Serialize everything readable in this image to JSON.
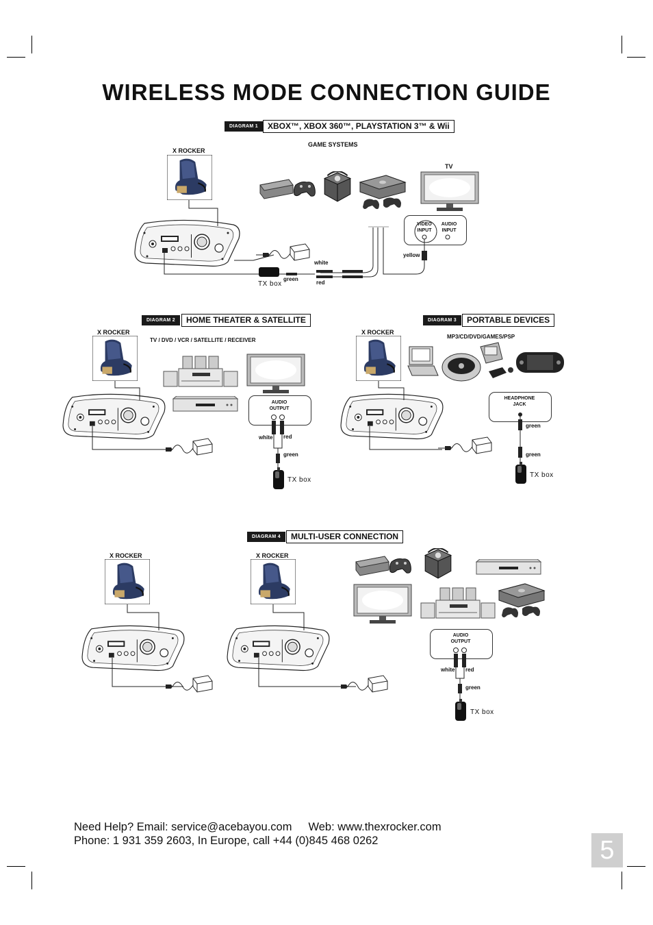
{
  "page_title": "WIRELESS MODE CONNECTION GUIDE",
  "diagram1": {
    "tag": "DIAGRAM 1",
    "title": "XBOX™,  XBOX 360™, PLAYSTATION 3™ & Wii",
    "chair_label": "X ROCKER",
    "devices_label": "GAME SYSTEMS",
    "tv_label": "TV",
    "video_input": "VIDEO INPUT",
    "audio_input": "AUDIO INPUT",
    "cable_yellow": "yellow",
    "cable_white": "white",
    "cable_red": "red",
    "cable_green": "green",
    "tx_label": "TX box"
  },
  "diagram2": {
    "tag": "DIAGRAM 2",
    "title": "HOME THEATER & SATELLITE",
    "chair_label": "X ROCKER",
    "devices_label": "TV / DVD / VCR / SATELLITE / RECEIVER",
    "audio_output": "AUDIO OUTPUT",
    "cable_white": "white",
    "cable_red": "red",
    "cable_green": "green",
    "tx_label": "TX box"
  },
  "diagram3": {
    "tag": "DIAGRAM 3",
    "title": "PORTABLE DEVICES",
    "chair_label": "X ROCKER",
    "devices_label": "MP3/CD/DVD/GAMES/PSP",
    "headphone_jack": "HEADPHONE JACK",
    "cable_green_1": "green",
    "cable_green_2": "green",
    "tx_label": "TX box"
  },
  "diagram4": {
    "tag": "DIAGRAM 4",
    "title": "MULTI-USER CONNECTION",
    "chair_label_1": "X ROCKER",
    "chair_label_2": "X ROCKER",
    "audio_output": "AUDIO OUTPUT",
    "cable_white": "white",
    "cable_red": "red",
    "cable_green": "green",
    "tx_label": "TX box"
  },
  "footer": {
    "line1_help": "Need Help?  Email: service@acebayou.com",
    "line1_web": "Web: www.thexrocker.com",
    "line2": "Phone: 1 931 359 2603, In Europe, call +44 (0)845 468 0262"
  },
  "page_number": "5"
}
